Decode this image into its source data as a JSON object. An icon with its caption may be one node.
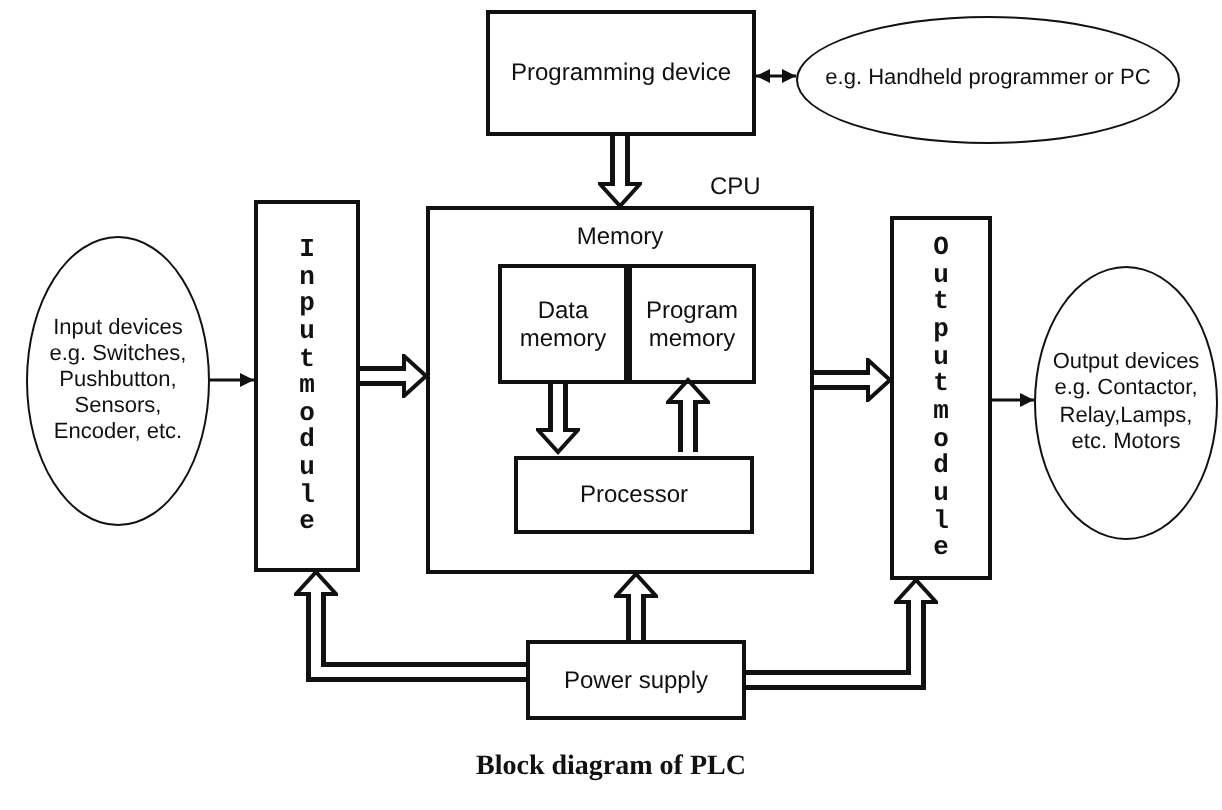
{
  "diagram": {
    "caption": "Block diagram of PLC",
    "nodes": [
      {
        "text": [
          "Programming device"
        ]
      },
      {
        "text": [
          "e.g. Handheld programmer or PC"
        ]
      },
      {
        "text": [
          "Input devices e.g. Switches, Pushbutton, Sensors, Encoder, etc."
        ]
      },
      {
        "text": [
          "Input module"
        ]
      },
      {
        "text": [
          "CPU",
          "Memory"
        ]
      },
      {
        "text": [
          "Data memory"
        ],
        "in": 4
      },
      {
        "text": [
          "Program memory"
        ],
        "in": 4
      },
      {
        "text": [
          "Processor"
        ],
        "in": 4
      },
      {
        "text": [
          "Output module"
        ]
      },
      {
        "text": [
          "Output devices e.g. Contactor, Relay,Lamps, etc. Motors"
        ]
      },
      {
        "text": [
          "Power supply"
        ]
      }
    ],
    "edges": [
      {
        "from": 0,
        "to": 1,
        "arrow": "both"
      },
      {
        "from": 0,
        "to": 4,
        "arrow": "to"
      },
      {
        "from": 2,
        "to": 3,
        "arrow": "to"
      },
      {
        "from": 3,
        "to": 4,
        "arrow": "to"
      },
      {
        "from": 5,
        "to": 7,
        "arrow": "to"
      },
      {
        "from": 7,
        "to": 6,
        "arrow": "to"
      },
      {
        "from": 4,
        "to": 8,
        "arrow": "to"
      },
      {
        "from": 8,
        "to": 9,
        "arrow": "to"
      },
      {
        "from": 10,
        "to": 3,
        "arrow": "to"
      },
      {
        "from": 10,
        "to": 4,
        "arrow": "to"
      },
      {
        "from": 10,
        "to": 8,
        "arrow": "to"
      }
    ]
  }
}
